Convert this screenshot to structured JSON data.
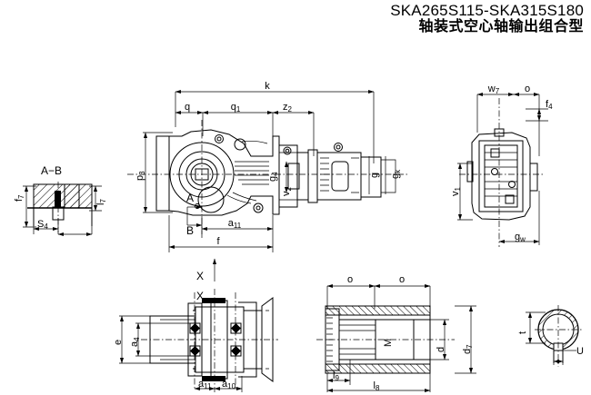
{
  "title": {
    "model_range": "SKA265S115-SKA315S180",
    "subtitle_cn": "轴装式空心轴输出组合型"
  },
  "views": {
    "section_ab": {
      "name": "A-B",
      "label": "A-B",
      "dims": [
        {
          "id": "f7",
          "base": "f",
          "sub": "7"
        },
        {
          "id": "l7",
          "base": "l",
          "sub": "7"
        },
        {
          "id": "s4",
          "base": "S",
          "sub": "4"
        }
      ]
    },
    "main_elevation": {
      "name": "main-side-elevation",
      "dims": [
        {
          "id": "k",
          "base": "k",
          "sub": ""
        },
        {
          "id": "q",
          "base": "q",
          "sub": ""
        },
        {
          "id": "q1",
          "base": "q",
          "sub": "1"
        },
        {
          "id": "z2",
          "base": "z",
          "sub": "2"
        },
        {
          "id": "p3",
          "base": "p",
          "sub": "3"
        },
        {
          "id": "a11",
          "base": "a",
          "sub": "11"
        },
        {
          "id": "f",
          "base": "f",
          "sub": ""
        },
        {
          "id": "g",
          "base": "g",
          "sub": ""
        },
        {
          "id": "g4",
          "base": "g",
          "sub": "4"
        },
        {
          "id": "v2",
          "base": "v",
          "sub": "2"
        },
        {
          "id": "gk",
          "base": "g",
          "sub": "k"
        }
      ],
      "section_marks": [
        "A",
        "B"
      ],
      "view_arrow": "X"
    },
    "right_end": {
      "name": "right-end-view",
      "dims": [
        {
          "id": "w7",
          "base": "w",
          "sub": "7"
        },
        {
          "id": "o",
          "base": "o",
          "sub": ""
        },
        {
          "id": "f4",
          "base": "f",
          "sub": "4"
        },
        {
          "id": "v1",
          "base": "v",
          "sub": "1"
        },
        {
          "id": "gw",
          "base": "g",
          "sub": "w"
        }
      ]
    },
    "bottom_plan": {
      "name": "bottom-plan-view-x",
      "label": "X",
      "dims": [
        {
          "id": "e",
          "base": "e",
          "sub": ""
        },
        {
          "id": "a4",
          "base": "a",
          "sub": "4"
        },
        {
          "id": "a11b",
          "base": "a",
          "sub": "11"
        },
        {
          "id": "a10",
          "base": "a",
          "sub": "10"
        }
      ]
    },
    "hollow_shaft": {
      "name": "hollow-shaft-section",
      "dims": [
        {
          "id": "o1",
          "base": "o",
          "sub": ""
        },
        {
          "id": "o2",
          "base": "o",
          "sub": ""
        },
        {
          "id": "M",
          "base": "M",
          "sub": ""
        },
        {
          "id": "d",
          "base": "d",
          "sub": ""
        },
        {
          "id": "d7",
          "base": "d",
          "sub": "7"
        },
        {
          "id": "l9",
          "base": "l",
          "sub": "9"
        },
        {
          "id": "l8",
          "base": "l",
          "sub": "8"
        }
      ]
    },
    "keyway": {
      "name": "keyway-cross-section",
      "dims": [
        {
          "id": "t",
          "base": "t",
          "sub": ""
        },
        {
          "id": "u",
          "base": "U",
          "sub": ""
        }
      ]
    }
  },
  "colors": {
    "line": "#000000",
    "background": "#ffffff"
  }
}
